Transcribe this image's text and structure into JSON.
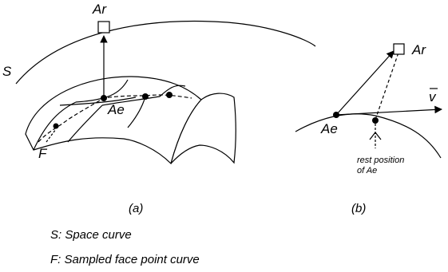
{
  "figure_a": {
    "label_S": "S",
    "label_Ar": "Ar",
    "label_Ae": "Ae",
    "label_F": "F",
    "caption": "(a)"
  },
  "figure_b": {
    "label_Ar": "Ar",
    "label_Ae": "Ae",
    "label_v": "v",
    "rest_line1": "rest position",
    "rest_line2": "of Ae",
    "caption": "(b)"
  },
  "legend": [
    "S: Space curve",
    "F: Sampled  face point curve"
  ]
}
